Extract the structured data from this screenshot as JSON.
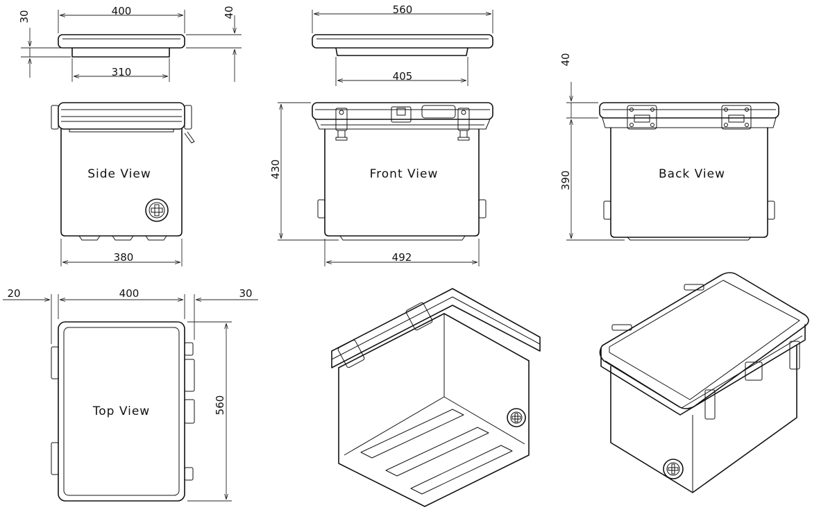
{
  "views": {
    "side": "Side View",
    "front": "Front View",
    "back": "Back View",
    "top": "Top View"
  },
  "dimensions": {
    "side_lid_width": "400",
    "side_lid_inner": "310",
    "side_lid_height": "30",
    "side_lid_thickness": "40",
    "front_lid_width": "560",
    "front_lid_inner": "405",
    "side_body_width": "380",
    "front_height": "430",
    "front_body_width": "492",
    "back_lid_height": "40",
    "back_body_height": "390",
    "top_left_offset": "20",
    "top_width": "400",
    "top_right_offset": "30",
    "top_length": "560"
  }
}
